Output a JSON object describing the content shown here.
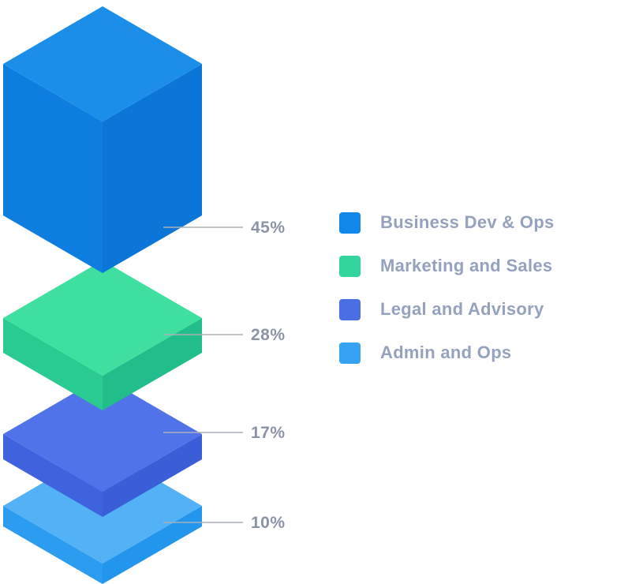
{
  "chart_data": {
    "type": "bar",
    "variant": "isometric-3d-stacked",
    "legend_position": "right",
    "categories": [
      "Business Dev & Ops",
      "Marketing and Sales",
      "Legal and Advisory",
      "Admin and Ops"
    ],
    "values": [
      45,
      28,
      17,
      10
    ],
    "value_labels": [
      "45%",
      "28%",
      "17%",
      "10%"
    ],
    "colors": [
      {
        "top": "#1B8EEA",
        "left": "#0D7EE0",
        "right": "#0A76D8",
        "legend": "#1088E9"
      },
      {
        "top": "#3FDF9F",
        "left": "#2ACB90",
        "right": "#21BE8B",
        "legend": "#32D59B"
      },
      {
        "top": "#5173E9",
        "left": "#3F63DE",
        "right": "#3A5DD8",
        "legend": "#4A6EE4"
      },
      {
        "top": "#53B1F5",
        "left": "#2B9CF0",
        "right": "#2295EC",
        "legend": "#35A3F1"
      }
    ],
    "value_label_color": "#8B93A6",
    "legend_text_color": "#95A2BE",
    "leader_line_color": "#AAB0BA",
    "background": "#FFFFFF"
  }
}
